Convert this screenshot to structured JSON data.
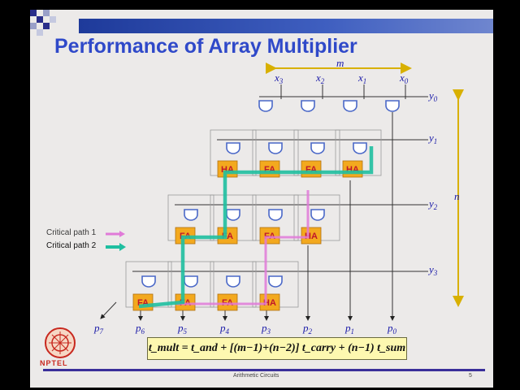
{
  "slide": {
    "title": "Performance of Array Multiplier",
    "footer": "Arithmetic Circuits",
    "page_number": "5",
    "logo_text": "NPTEL"
  },
  "legend": {
    "critical_path_1": "Critical path 1",
    "critical_path_2": "Critical path 2",
    "path1_color": "#e07ad8",
    "path2_color": "#1fbfa0"
  },
  "diagram": {
    "width_label": "m",
    "height_label": "n",
    "x_inputs": [
      "x3",
      "x2",
      "x1",
      "x0"
    ],
    "y_inputs": [
      "y0",
      "y1",
      "y2",
      "y3"
    ],
    "outputs": [
      "p7",
      "p6",
      "p5",
      "p4",
      "p3",
      "p2",
      "p1",
      "p0"
    ],
    "row1_cells": [
      "HA",
      "FA",
      "FA",
      "HA"
    ],
    "row2_cells": [
      "FA",
      "FA",
      "FA",
      "HA"
    ],
    "row3_cells": [
      "FA",
      "FA",
      "FA",
      "HA"
    ],
    "cell_color": "#f3a91e",
    "gate_color": "#4a68c8"
  },
  "formula": {
    "text": "t_mult = t_and + [(m−1)+(n−2)] t_carry + (n−1) t_sum"
  }
}
